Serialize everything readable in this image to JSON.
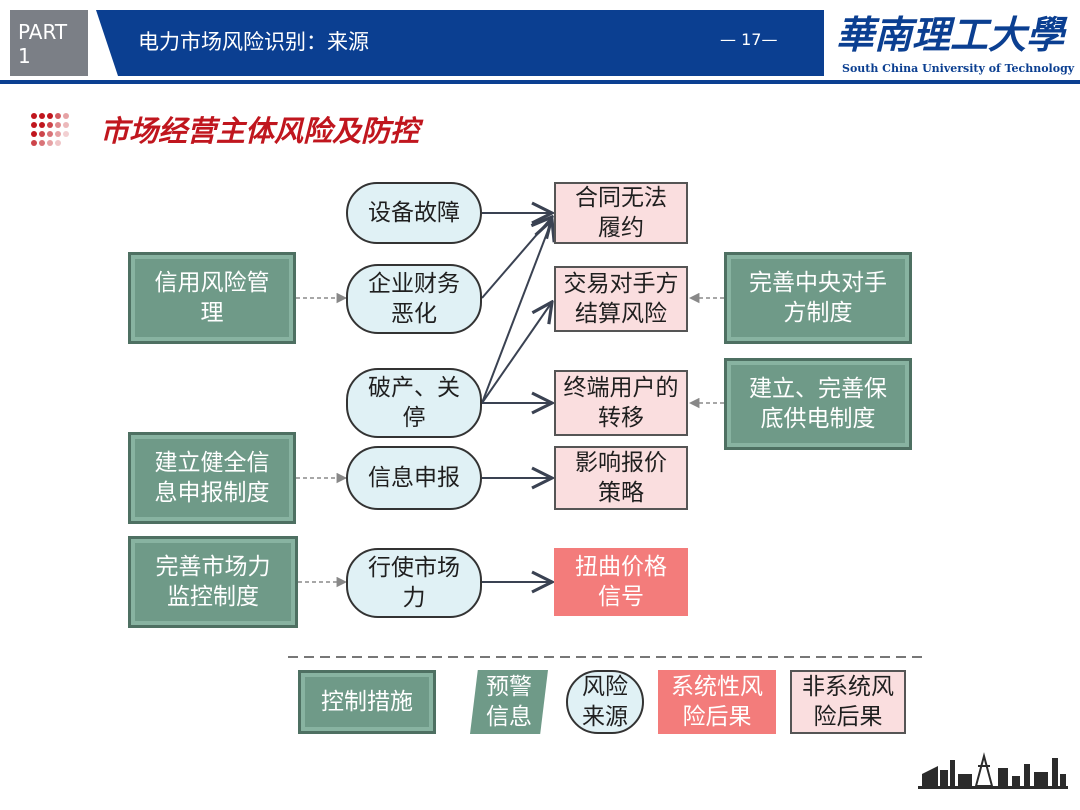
{
  "header": {
    "part_label": "PART\n1",
    "title": "电力市场风险识别：来源",
    "page_number": "— 17—",
    "logo_cn": "華南理工大學",
    "logo_en": "South China University of Technology"
  },
  "section": {
    "title": "市场经营主体风险及防控"
  },
  "controls": {
    "credit": "信用风险管\n理",
    "info_system": "建立健全信\n息申报制度",
    "monitor": "完善市场力\n监控制度",
    "central_cp": "完善中央对手\n方制度",
    "supply": "建立、完善保\n底供电制度"
  },
  "risk_sources": {
    "equipment": "设备故障",
    "finance": "企业财务\n恶化",
    "bankrupt": "破产、关\n停",
    "info": "信息申报",
    "market_power": "行使市场\n力"
  },
  "consequences": {
    "contract": "合同无法\n履约",
    "counterparty": "交易对手方\n结算风险",
    "end_user": "终端用户的\n转移",
    "bid": "影响报价\n策略",
    "price": "扭曲价格\n信号"
  },
  "legend": {
    "control": "控制措施",
    "warning": "预警\n信息",
    "source": "风险\n来源",
    "systemic": "系统性风\n险后果",
    "nonsystemic": "非系统风\n险后果"
  },
  "colors": {
    "brand_blue": "#0b3f91",
    "control_green": "#6f9a88",
    "risk_fill": "#e0f1f5",
    "conseq_fill": "#fadedf",
    "systemic_red": "#f37c7b",
    "title_red": "#c0161e"
  }
}
